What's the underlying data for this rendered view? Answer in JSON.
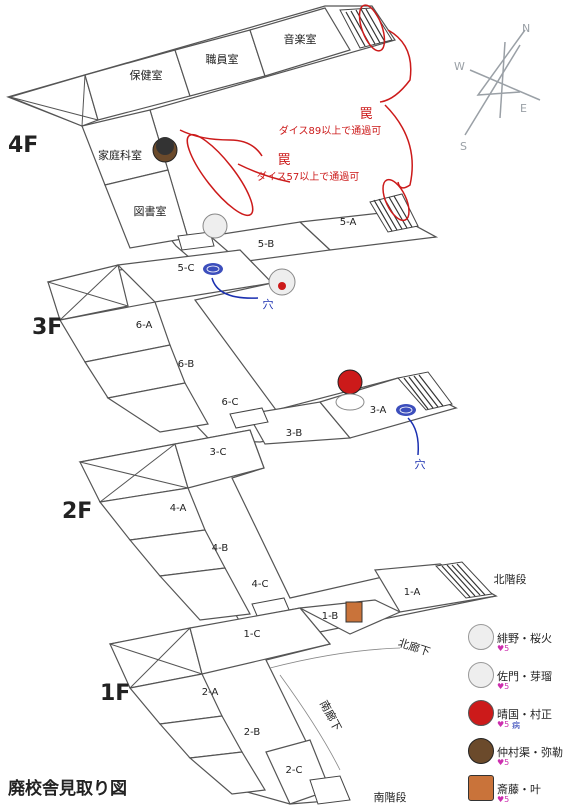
{
  "title": "廃校舎見取り図",
  "floors": {
    "f4": "4F",
    "f3": "3F",
    "f2": "2F",
    "f1": "1F"
  },
  "rooms": {
    "music": "音楽室",
    "staff": "職員室",
    "nurse": "保健室",
    "home_ec": "家庭科室",
    "library": "図書室",
    "r5a": "5-A",
    "r5b": "5-B",
    "r5c": "5-C",
    "r6a": "6-A",
    "r6b": "6-B",
    "r6c": "6-C",
    "r3a": "3-A",
    "r3b": "3-B",
    "r3c": "3-C",
    "r4a": "4-A",
    "r4b": "4-B",
    "r4c": "4-C",
    "r1a": "1-A",
    "r1b": "1-B",
    "r1c": "1-C",
    "r2a": "2-A",
    "r2b": "2-B",
    "r2c": "2-C"
  },
  "labels": {
    "north_stairs": "北階段",
    "north_corridor": "北廊下",
    "south_corridor": "南廊下",
    "south_stairs": "南階段"
  },
  "traps": [
    {
      "mark": "罠",
      "condition": "ダイス89以上で通過可"
    },
    {
      "mark": "罠",
      "condition": "ダイス57以上で通過可"
    }
  ],
  "holes": [
    {
      "mark": "穴"
    },
    {
      "mark": "穴"
    }
  ],
  "compass": {
    "n": "N",
    "e": "E",
    "s": "S",
    "w": "W"
  },
  "legend": [
    {
      "name": "緋野・桜火",
      "hp": "♥5",
      "status": ""
    },
    {
      "name": "佐門・芽瑠",
      "hp": "♥5",
      "status": ""
    },
    {
      "name": "晴国・村正",
      "hp": "♥5",
      "status": "病"
    },
    {
      "name": "仲村渠・弥勒",
      "hp": "♥5",
      "status": ""
    },
    {
      "name": "斎藤・叶",
      "hp": "♥5",
      "status": ""
    }
  ],
  "colors": {
    "trap": "#cc1a1a",
    "hole": "#1a2fb0",
    "hp": "#cc2fae",
    "outline": "#555555"
  }
}
